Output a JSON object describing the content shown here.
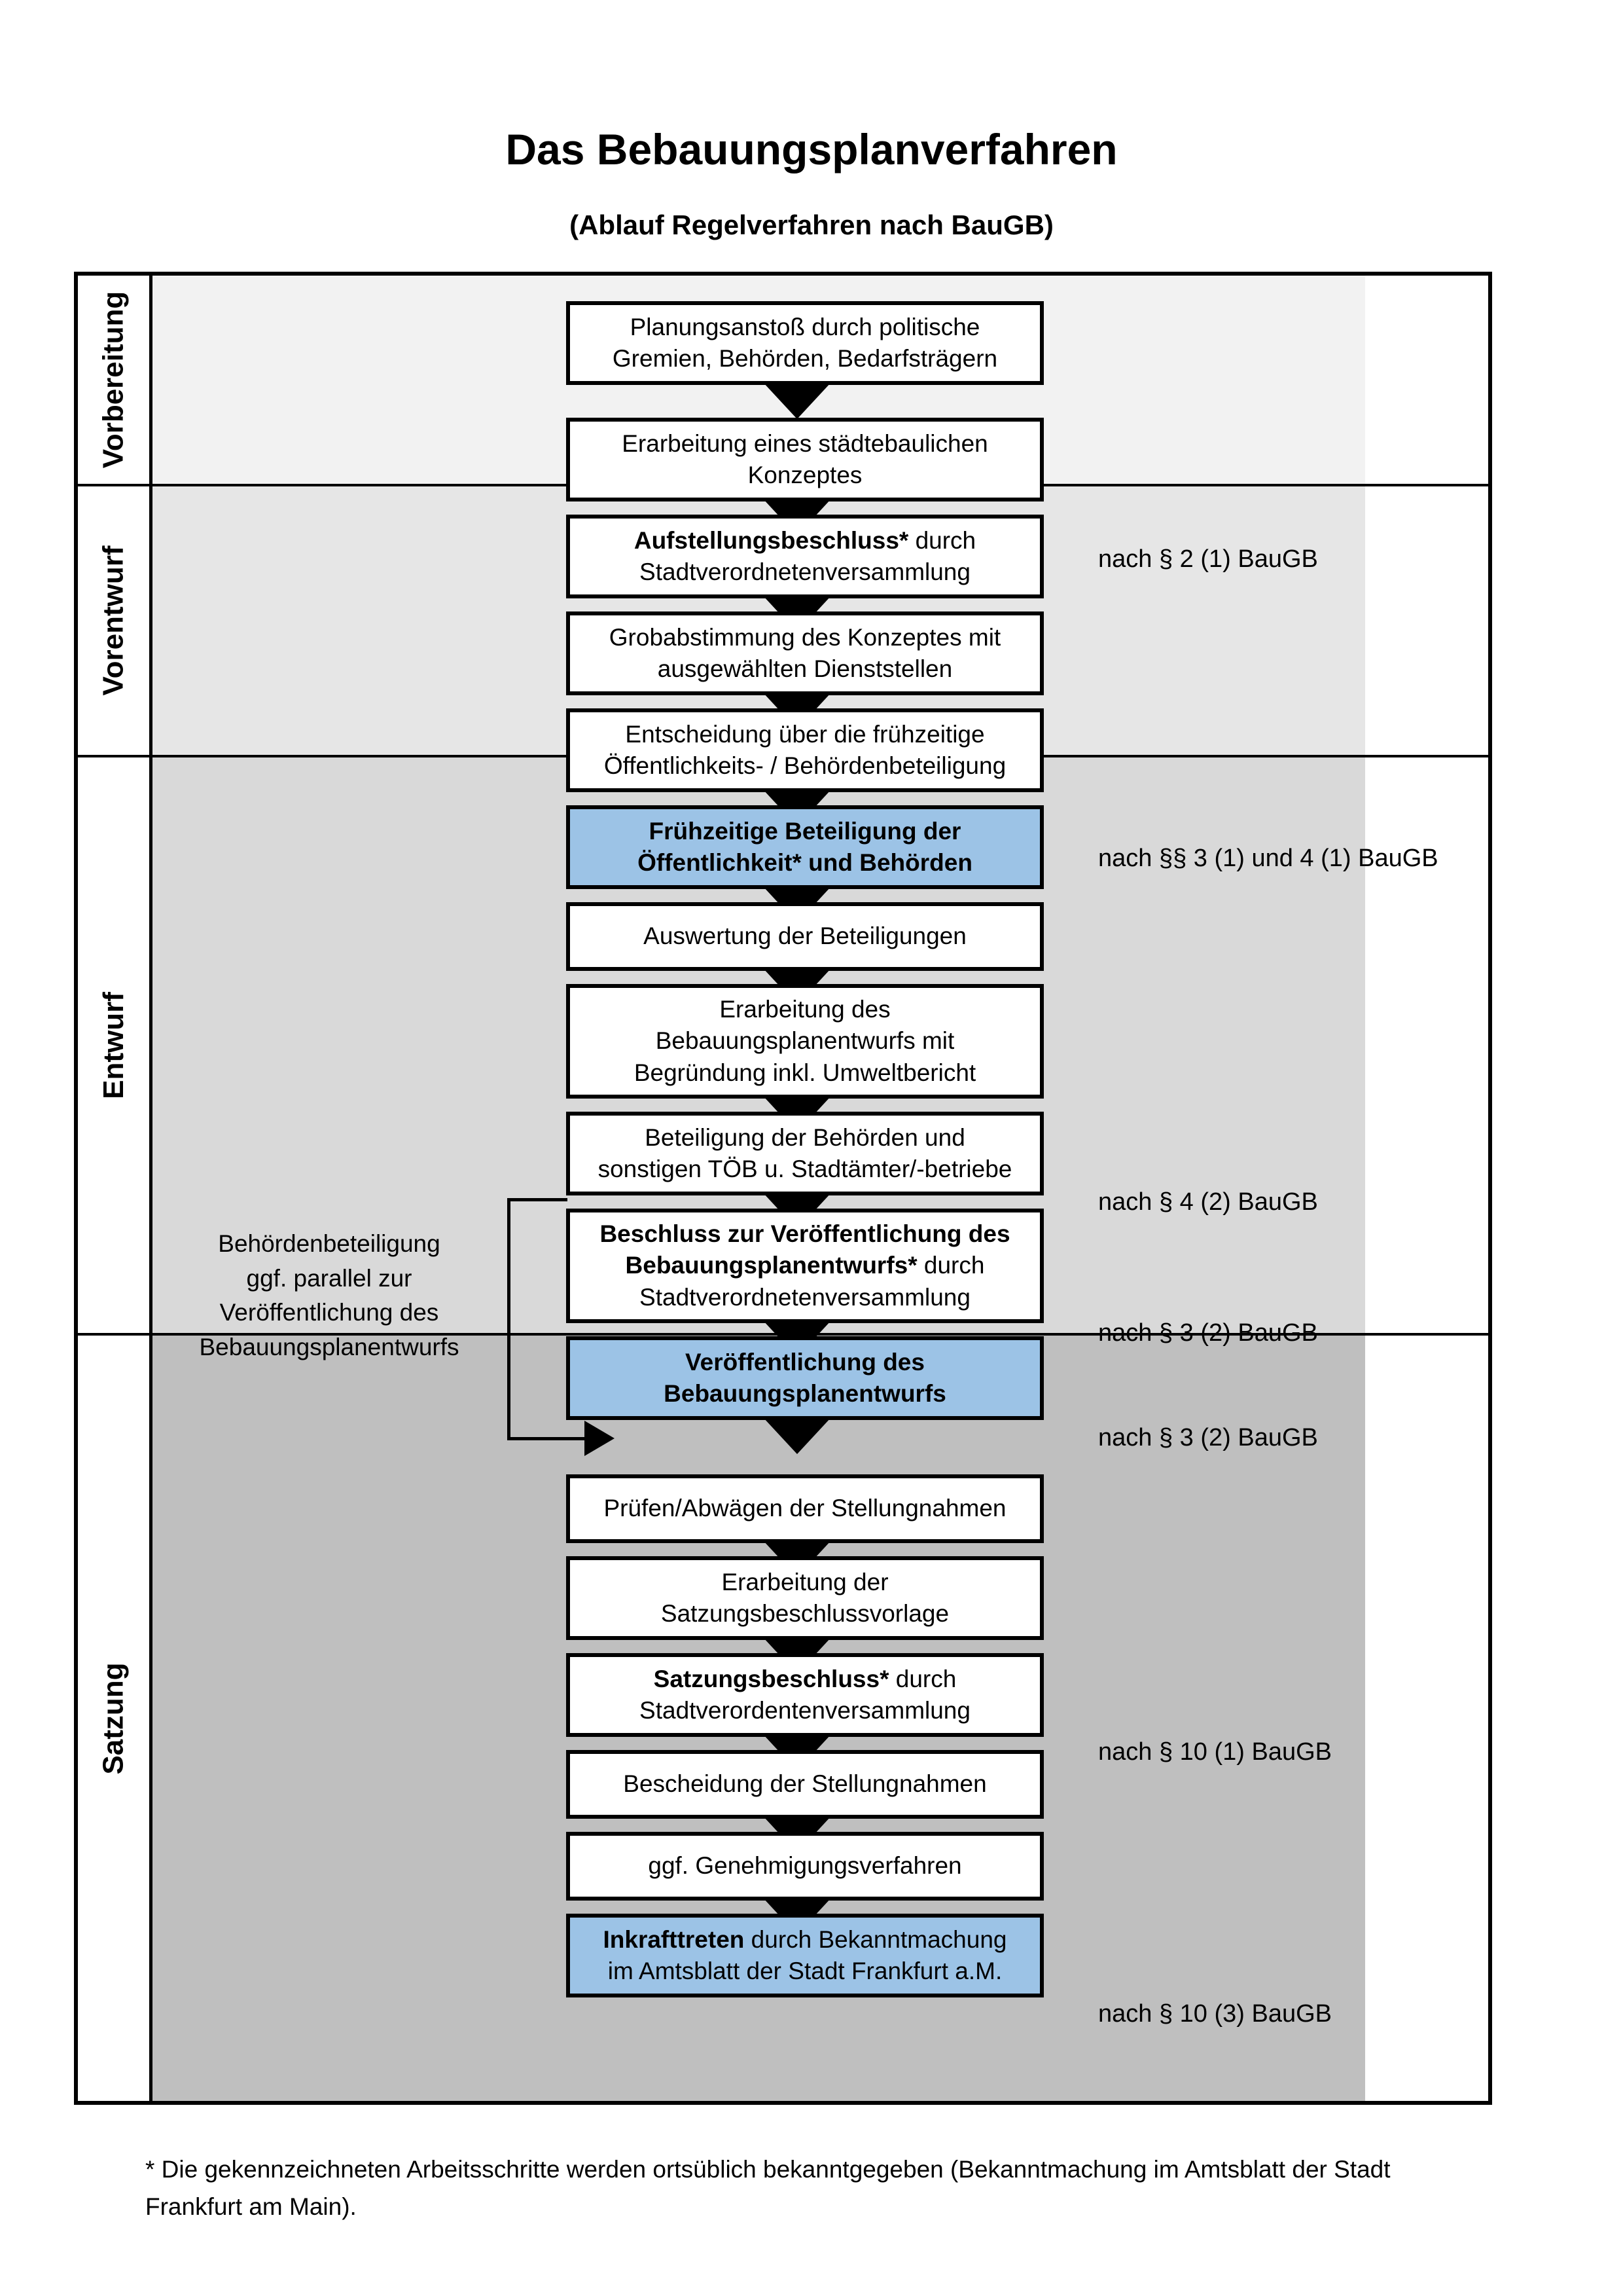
{
  "title": "Das Bebauungsplanverfahren",
  "subtitle": "(Ablauf Regelverfahren nach BauGB)",
  "colors": {
    "highlight_blue": "#9cc3e6",
    "band_vorbereitung": "#f2f2f2",
    "band_vorentwurf": "#e6e6e6",
    "band_entwurf": "#d9d9d9",
    "band_satzung": "#bfbfbf",
    "border": "#000000",
    "box_fill": "#ffffff"
  },
  "phases": [
    {
      "id": "vorbereitung",
      "label": "Vorbereitung"
    },
    {
      "id": "vorentwurf",
      "label": "Vorentwurf"
    },
    {
      "id": "entwurf",
      "label": "Entwurf"
    },
    {
      "id": "satzung",
      "label": "Satzung"
    }
  ],
  "steps": [
    {
      "id": "planungsanstoss",
      "phase": "vorbereitung",
      "highlight": false,
      "lines": [
        {
          "text": "Planungsanstoß durch politische",
          "bold": false
        },
        {
          "text": "Gremien, Behörden, Bedarfsträgern",
          "bold": false
        }
      ]
    },
    {
      "id": "staedtebauliches-konzept",
      "phase": "vorbereitung",
      "highlight": false,
      "lines": [
        {
          "text": "Erarbeitung eines städtebaulichen",
          "bold": false
        },
        {
          "text": "Konzeptes",
          "bold": false
        }
      ]
    },
    {
      "id": "aufstellungsbeschluss",
      "phase": "vorbereitung",
      "highlight": false,
      "lines": [
        {
          "text": "Aufstellungsbeschluss*",
          "bold": true,
          "suffix": " durch"
        },
        {
          "text": "Stadtverordnetenversammlung",
          "bold": false
        }
      ]
    },
    {
      "id": "grobabstimmung",
      "phase": "vorentwurf",
      "highlight": false,
      "lines": [
        {
          "text": "Grobabstimmung des Konzeptes mit",
          "bold": false
        },
        {
          "text": "ausgewählten Dienststellen",
          "bold": false
        }
      ]
    },
    {
      "id": "entscheidung-fruehzeitige-beteiligung",
      "phase": "vorentwurf",
      "highlight": false,
      "lines": [
        {
          "text": "Entscheidung über die frühzeitige",
          "bold": false
        },
        {
          "text": "Öffentlichkeits- / Behördenbeteiligung",
          "bold": false
        }
      ]
    },
    {
      "id": "fruehzeitige-beteiligung",
      "phase": "vorentwurf",
      "highlight": true,
      "lines": [
        {
          "text": "Frühzeitige Beteiligung der",
          "bold": true
        },
        {
          "text": "Öffentlichkeit* und Behörden",
          "bold": true
        }
      ]
    },
    {
      "id": "auswertung-beteiligungen",
      "phase": "entwurf",
      "highlight": false,
      "lines": [
        {
          "text": "Auswertung der Beteiligungen",
          "bold": false
        }
      ]
    },
    {
      "id": "erarbeitung-bplanentwurf",
      "phase": "entwurf",
      "highlight": false,
      "lines": [
        {
          "text": "Erarbeitung des",
          "bold": false
        },
        {
          "text": "Bebauungsplanentwurfs mit",
          "bold": false
        },
        {
          "text": "Begründung inkl. Umweltbericht",
          "bold": false
        }
      ]
    },
    {
      "id": "beteiligung-behoerden-toeb",
      "phase": "entwurf",
      "highlight": false,
      "lines": [
        {
          "text": "Beteiligung der Behörden und",
          "bold": false
        },
        {
          "text": "sonstigen TÖB u. Stadtämter/-betriebe",
          "bold": false
        }
      ]
    },
    {
      "id": "beschluss-veroeffentlichung",
      "phase": "entwurf",
      "highlight": false,
      "lines": [
        {
          "text": "Beschluss zur Veröffentlichung des",
          "bold": true
        },
        {
          "text": "Bebauungsplanentwurfs*",
          "bold": true,
          "suffix": " durch"
        },
        {
          "text": "Stadtverordnetenversammlung",
          "bold": false
        }
      ]
    },
    {
      "id": "veroeffentlichung-bplanentwurf",
      "phase": "entwurf",
      "highlight": true,
      "lines": [
        {
          "text": "Veröffentlichung des",
          "bold": true
        },
        {
          "text": "Bebauungsplanentwurfs",
          "bold": true
        }
      ]
    },
    {
      "id": "pruefen-abwaegen",
      "phase": "satzung",
      "highlight": false,
      "lines": [
        {
          "text": "Prüfen/Abwägen der Stellungnahmen",
          "bold": false
        }
      ]
    },
    {
      "id": "satzungsbeschlussvorlage",
      "phase": "satzung",
      "highlight": false,
      "lines": [
        {
          "text": "Erarbeitung der",
          "bold": false
        },
        {
          "text": "Satzungsbeschlussvorlage",
          "bold": false
        }
      ]
    },
    {
      "id": "satzungsbeschluss",
      "phase": "satzung",
      "highlight": false,
      "lines": [
        {
          "text": "Satzungsbeschluss*",
          "bold": true,
          "suffix": " durch"
        },
        {
          "text": "Stadtverordentenversammlung",
          "bold": false
        }
      ]
    },
    {
      "id": "bescheidung-stellungnahmen",
      "phase": "satzung",
      "highlight": false,
      "lines": [
        {
          "text": "Bescheidung der Stellungnahmen",
          "bold": false
        }
      ]
    },
    {
      "id": "genehmigungsverfahren",
      "phase": "satzung",
      "highlight": false,
      "lines": [
        {
          "text": "ggf. Genehmigungsverfahren",
          "bold": false
        }
      ]
    },
    {
      "id": "inkrafttreten",
      "phase": "satzung",
      "highlight": true,
      "lines": [
        {
          "text": "Inkrafttreten",
          "bold": true,
          "suffix": " durch Bekanntmachung"
        },
        {
          "text": "im Amtsblatt der Stadt Frankfurt a.M.",
          "bold": false
        }
      ]
    }
  ],
  "legal_refs": [
    {
      "id": "ref-par2-1",
      "text": "nach § 2 (1) BauGB"
    },
    {
      "id": "ref-par3-1-4-1",
      "text": "nach §§ 3 (1) und 4 (1) BauGB"
    },
    {
      "id": "ref-par4-2",
      "text": "nach § 4 (2) BauGB"
    },
    {
      "id": "ref-par3-2-a",
      "text": "nach § 3 (2) BauGB"
    },
    {
      "id": "ref-par3-2-b",
      "text": "nach § 3 (2) BauGB"
    },
    {
      "id": "ref-par10-1",
      "text": "nach § 10 (1) BauGB"
    },
    {
      "id": "ref-par10-3",
      "text": "nach § 10 (3) BauGB"
    }
  ],
  "side_note": {
    "lines": [
      "Behördenbeteiligung",
      "ggf. parallel zur",
      "Veröffentlichung des",
      "Bebauungsplanentwurfs"
    ]
  },
  "footnote": "* Die gekennzeichneten Arbeitsschritte werden ortsüblich bekanntgegeben (Bekanntmachung im Amtsblatt  der Stadt Frankfurt am Main)."
}
